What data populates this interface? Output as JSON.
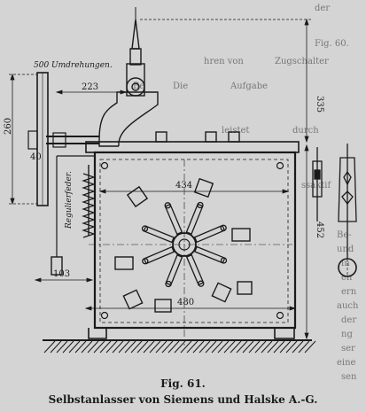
{
  "figure": {
    "number_label": "Fig. 61.",
    "title": "Selbstanlasser von Siemens und Halske A.-G."
  },
  "annotations": {
    "speed": "500 Umdrehungen.",
    "regulator": "Regulierfeder.",
    "dim_223": "223",
    "dim_260": "260",
    "dim_335": "335",
    "dim_434": "434",
    "dim_452": "452",
    "dim_480": "480",
    "dim_103": "103",
    "dim_40": "40"
  },
  "bleed_text": [
    "der",
    "Fig. 60.",
    "hren von",
    "Zugschalter",
    "ssaktif",
    "",
    "Be-",
    "und",
    "in",
    "en",
    "ern",
    "auch",
    "der",
    "ng",
    "ser",
    "eine",
    "sen",
    "Be",
    "Die",
    "Aufgabe",
    "leistet",
    "durch"
  ],
  "colors": {
    "paper": "#d4d4d4",
    "ink": "#1a1a1a",
    "bleed": "#777777"
  }
}
